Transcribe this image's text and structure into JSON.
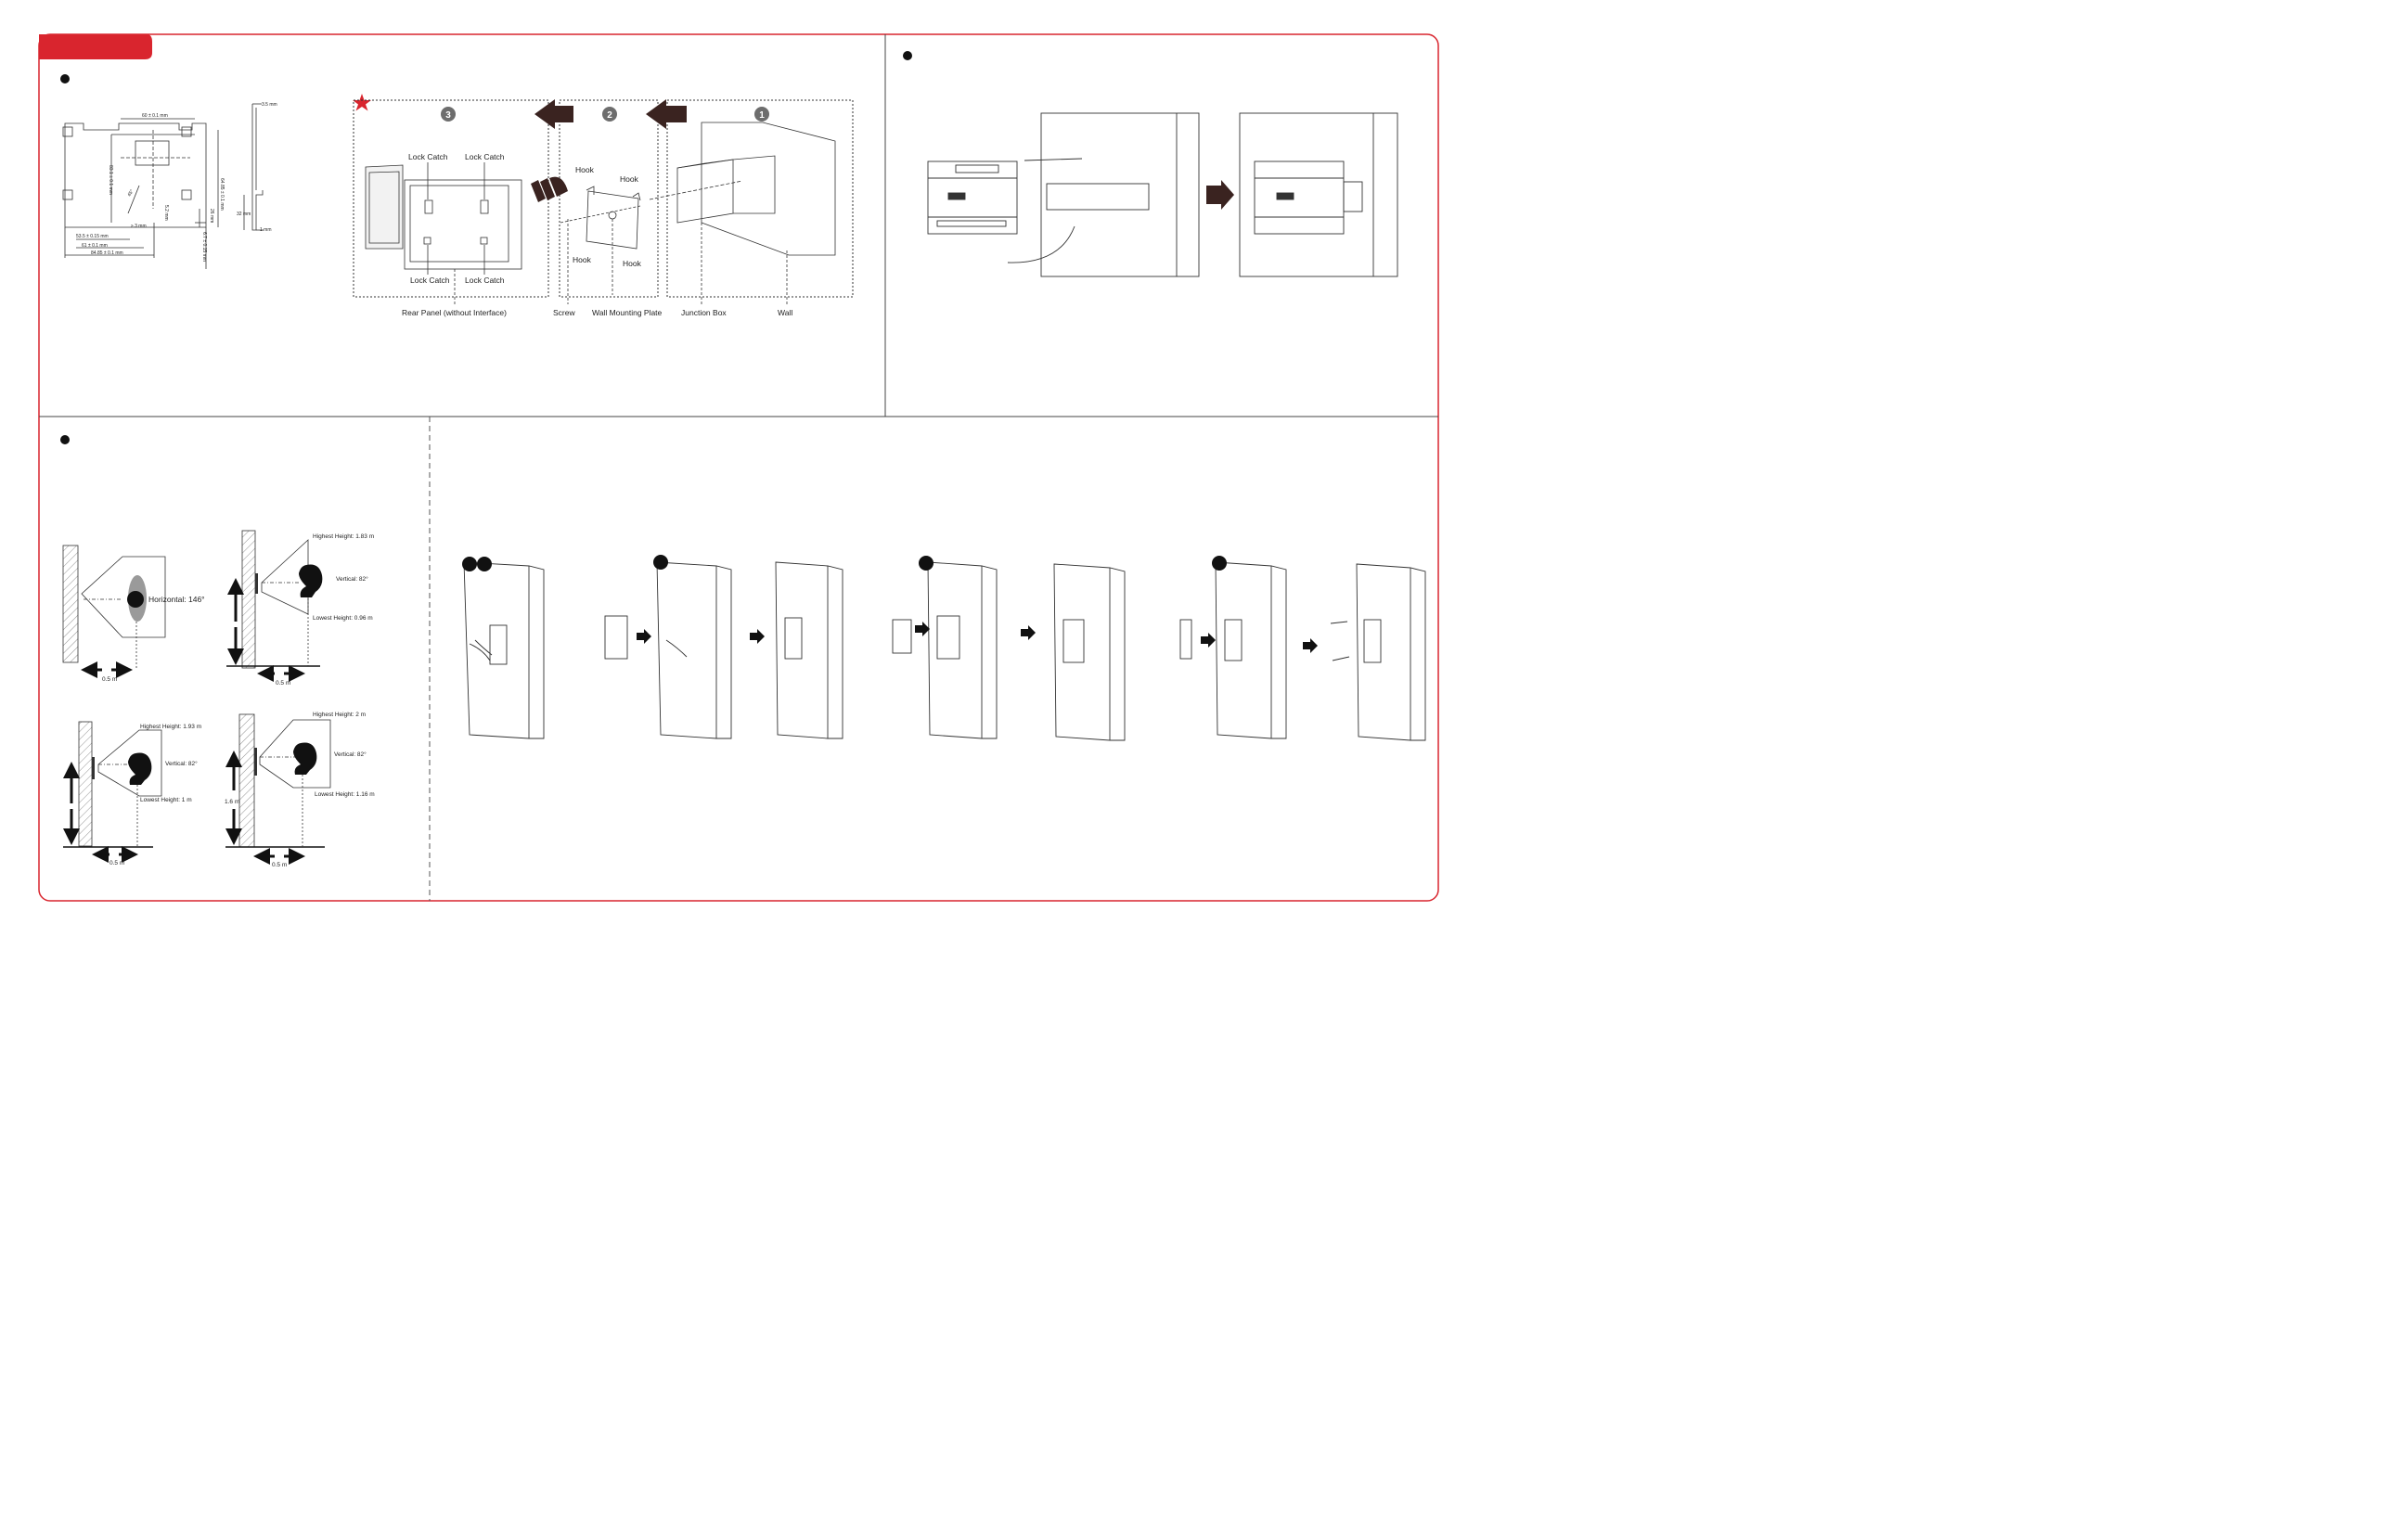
{
  "colors": {
    "border": "#d9252e",
    "tab": "#d9252e",
    "accent_arrow": "#3a2320",
    "step_circle": "#6d6d6d"
  },
  "dims": {
    "d60": "60 ± 0.1 mm",
    "d83": "83.1 ± 0.1 mm",
    "d45": "45°",
    "d3": "≥ 3 mm",
    "d53": "53.5 ± 0.15 mm",
    "d61": "61 ± 0.1 mm",
    "d84": "84.85 ± 0.1 mm",
    "d64": "64.85 ± 0.1 mm",
    "d26": "26 mm",
    "d52": "5.2 mm",
    "d67": "6.7 ± 0.15 mm",
    "d35": "3.5 mm",
    "d32": "32 mm",
    "d1": "1 mm"
  },
  "mount": {
    "steps": [
      "3",
      "2",
      "1"
    ],
    "lock1": "Lock Catch",
    "lock2": "Lock Catch",
    "lock3": "Lock Catch",
    "lock4": "Lock Catch",
    "hook1": "Hook",
    "hook2": "Hook",
    "hook3": "Hook",
    "hook4": "Hook",
    "rear_panel": "Rear Panel (without Interface)",
    "screw": "Screw",
    "wall_plate": "Wall Mounting Plate",
    "junction": "Junction Box",
    "wall": "Wall"
  },
  "fov": {
    "horizontal": "Horizontal: 146°",
    "d1": "0.5 m",
    "h2_high": "Highest Height: 1.83 m",
    "h2_vert": "Vertical: 82°",
    "h2_low": "Lowest Height: 0.96 m",
    "d2": "0.5 m",
    "h3_high": "Highest Height: 1.93 m",
    "h3_vert": "Vertical: 82°",
    "h3_low": "Lowest Height: 1 m",
    "d3": "0.5 m",
    "h4_high": "Highest Height: 2 m",
    "h4_vert": "Vertical: 82°",
    "h4_low": "Lowest Height: 1.16 m",
    "h4_side": "1.6 m",
    "d4": "0.5 m"
  }
}
